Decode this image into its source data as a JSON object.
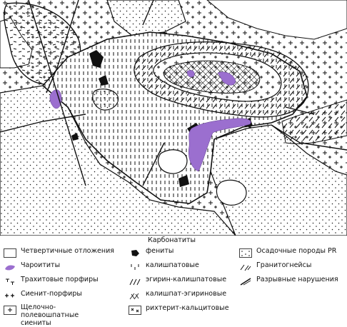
{
  "map": {
    "colors": {
      "charoite": "#9b6fcf",
      "ink": "#111111",
      "paper": "#ffffff"
    }
  },
  "legend": {
    "carbonatites_title": "Карбонатиты",
    "items": [
      {
        "id": "quaternary",
        "label": "Четвертичные отложения",
        "pattern": "blank"
      },
      {
        "id": "charoitites",
        "label": "Чароититы",
        "pattern": "purple"
      },
      {
        "id": "trachyte",
        "label": "Трахитовые порфиры",
        "pattern": "tee"
      },
      {
        "id": "syenite-porphyry",
        "label": "Сиенит-порфиры",
        "pattern": "plus"
      },
      {
        "id": "alkali-feldspar",
        "label": "Щелочно-полевошпатные\nсиениты",
        "pattern": "plus-sparse"
      },
      {
        "id": "fenites",
        "label": "фениты",
        "pattern": "black-blob"
      },
      {
        "id": "kalishpat",
        "label": "калишпатовые",
        "pattern": "vert-dash"
      },
      {
        "id": "egirin-kalishpat",
        "label": "эгирин-калишпатовые",
        "pattern": "diag-dash"
      },
      {
        "id": "kalishpat-egirin",
        "label": "калишпат-эгириновые",
        "pattern": "cross-hatch"
      },
      {
        "id": "richterite",
        "label": "рихтерит-кальцитовые",
        "pattern": "star"
      },
      {
        "id": "sedimentary",
        "label": "Осадочные породы PR",
        "pattern": "dots"
      },
      {
        "id": "granite-gneiss",
        "label": "Гранитогнейсы",
        "pattern": "gneiss"
      },
      {
        "id": "faults",
        "label": "Разрывные нарушения",
        "pattern": "fault"
      }
    ]
  }
}
